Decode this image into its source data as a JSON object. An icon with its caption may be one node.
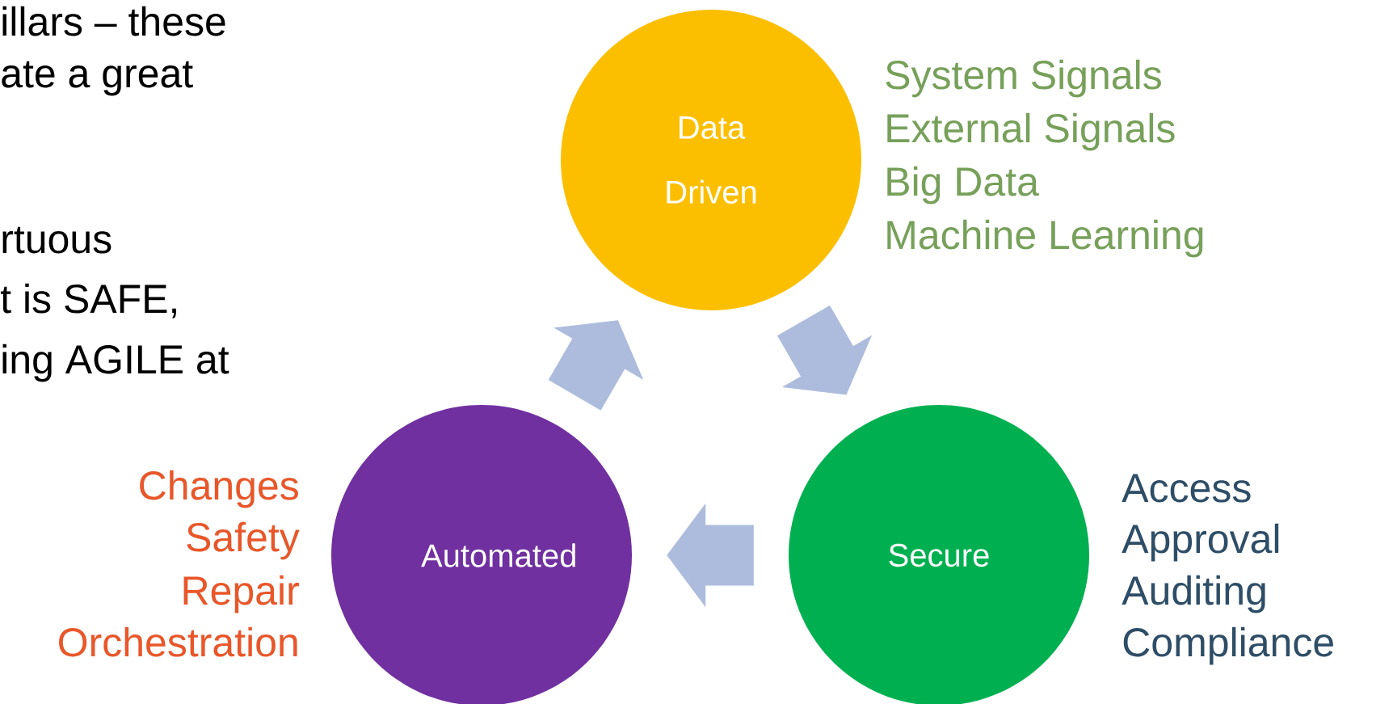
{
  "diagram": {
    "nodes": [
      {
        "text": [
          "Data Driven"
        ],
        "beside": [
          "System Signals",
          "External Signals",
          "Big Data",
          "Machine Learning"
        ]
      },
      {
        "text": [
          "Secure"
        ],
        "beside": [
          "Access",
          "Approval",
          "Auditing",
          "Compliance"
        ]
      },
      {
        "text": [
          "Automated"
        ],
        "beside": [
          "Changes",
          "Safety",
          "Repair",
          "Orchestration"
        ]
      }
    ],
    "edges": [
      {
        "from": 2,
        "to": 0,
        "arrow": "to"
      },
      {
        "from": 0,
        "to": 1,
        "arrow": "to"
      },
      {
        "from": 1,
        "to": 2,
        "arrow": "to"
      }
    ],
    "labels": [
      "illars – these",
      "ate a great",
      "rtuous",
      "t is SAFE,",
      "ing AGILE at"
    ]
  }
}
